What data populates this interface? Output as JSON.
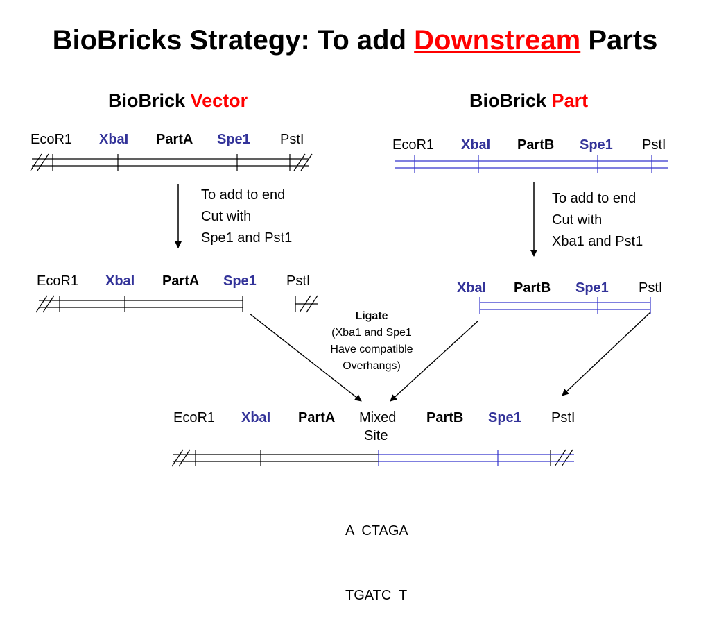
{
  "title": {
    "prefix": "BioBricks Strategy: To add ",
    "highlight": "Downstream",
    "suffix": " Parts"
  },
  "vector": {
    "heading": "BioBrick ",
    "heading_highlight": "Vector",
    "labels": {
      "ecor1": "EcoR1",
      "xbai": "XbaI",
      "part": "PartA",
      "spe1": "Spe1",
      "psti": "PstI"
    },
    "note": [
      "To add to end",
      "Cut with",
      "Spe1 and Pst1"
    ],
    "cut_labels": {
      "ecor1": "EcoR1",
      "xbai": "XbaI",
      "part": "PartA",
      "spe1": "Spe1",
      "psti": "PstI"
    }
  },
  "part": {
    "heading": "BioBrick ",
    "heading_highlight": "Part",
    "labels": {
      "ecor1": "EcoR1",
      "xbai": "XbaI",
      "part": "PartB",
      "spe1": "Spe1",
      "psti": "PstI"
    },
    "note": [
      "To add to end",
      "Cut with",
      "Xba1 and Pst1"
    ],
    "cut_labels": {
      "xbai": "XbaI",
      "part": "PartB",
      "spe1": "Spe1",
      "psti": "PstI"
    }
  },
  "ligate": {
    "title": "Ligate",
    "lines": [
      "(Xba1 and Spe1",
      "Have compatible",
      "Overhangs)"
    ]
  },
  "result": {
    "labels": {
      "ecor1": "EcoR1",
      "xbai": "XbaI",
      "part_a": "PartA",
      "mixed": "Mixed",
      "site": "Site",
      "part_b": "PartB",
      "spe1": "Spe1",
      "psti": "PstI"
    },
    "sequence": [
      "A  CTAGA",
      "TGATC  T"
    ]
  },
  "colors": {
    "accent_red": "#ff0000",
    "site_blue": "#333399",
    "part_line": "#3333cc"
  }
}
